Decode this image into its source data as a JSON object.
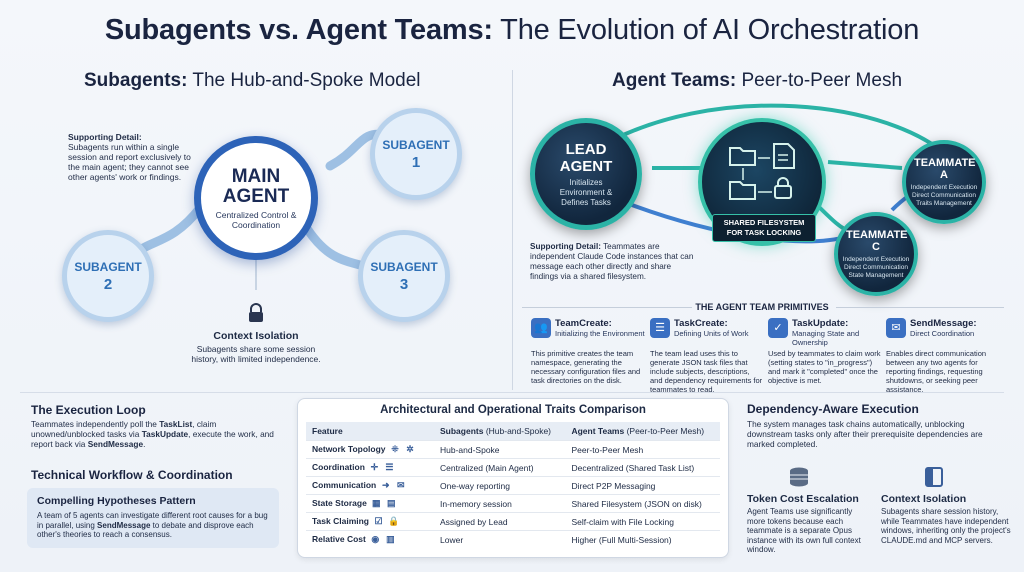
{
  "title": {
    "bold": "Subagents vs. Agent Teams:",
    "rest": " The Evolution of AI Orchestration"
  },
  "left": {
    "heading_bold": "Subagents:",
    "heading_rest": " The Hub-and-Spoke Model",
    "supporting_label": "Supporting Detail:",
    "supporting_text": "Subagents run within a single session and report exclusively to the main agent; they cannot see other agents' work or findings.",
    "main_agent": {
      "title": "MAIN AGENT",
      "sub": "Centralized Control & Coordination"
    },
    "subagents": [
      {
        "label": "SUBAGENT",
        "num": "1"
      },
      {
        "label": "SUBAGENT",
        "num": "2"
      },
      {
        "label": "SUBAGENT",
        "num": "3"
      }
    ],
    "isolation_title": "Context Isolation",
    "isolation_text": "Subagents share some session history, with limited independence."
  },
  "right": {
    "heading_bold": "Agent Teams:",
    "heading_rest": " Peer-to-Peer Mesh",
    "lead": {
      "title": "LEAD AGENT",
      "sub": "Initializes Environment & Defines Tasks"
    },
    "teammate_a": {
      "title": "TEAMMATE A",
      "sub": "Independent Execution Direct Communication Traits Management"
    },
    "teammate_c": {
      "title": "TEAMMATE C",
      "sub": "Independent Execution Direct Communication State Management"
    },
    "filesystem": "SHARED FILESYSTEM FOR TASK LOCKING",
    "supporting_label": "Supporting Detail:",
    "supporting_text": " Teammates are independent Claude Code instances that can message each other directly and share findings via a shared filesystem."
  },
  "primitives": {
    "title": "THE AGENT TEAM PRIMITIVES",
    "items": [
      {
        "icon": "team-create-icon",
        "glyph": "👥",
        "name": "TeamCreate:",
        "sub": "Initializing the Environment",
        "desc": "This primitive creates the team namespace, generating the necessary configuration files and task directories on the disk."
      },
      {
        "icon": "task-list-icon",
        "glyph": "☰",
        "name": "TaskCreate:",
        "sub": "Defining Units of Work",
        "desc": "The team lead uses this to generate JSON task files that include subjects, descriptions, and dependency requirements for teammates to read."
      },
      {
        "icon": "check-circle-icon",
        "glyph": "✓",
        "name": "TaskUpdate:",
        "sub": "Managing State and Ownership",
        "desc": "Used by teammates to claim work (setting states to \"in_progress\") and mark it \"completed\" once the objective is met."
      },
      {
        "icon": "chat-bubble-icon",
        "glyph": "✉",
        "name": "SendMessage:",
        "sub": "Direct Coordination",
        "desc": "Enables direct communication between any two agents for reporting findings, requesting shutdowns, or seeking peer assistance."
      }
    ]
  },
  "execution_loop": {
    "heading": "The Execution Loop",
    "parts": [
      "Teammates independently poll the ",
      "TaskList",
      ", claim unowned/unblocked tasks via ",
      "TaskUpdate",
      ", execute the work, and report back via ",
      "SendMessage",
      "."
    ]
  },
  "workflow": {
    "heading": "Technical Workflow & Coordination",
    "callout_title": "Compelling Hypotheses Pattern",
    "callout_parts": [
      "A team of 5 agents can investigate different root causes for a bug in parallel, using ",
      "SendMessage",
      " to debate and disprove each other's theories to reach a consensus."
    ]
  },
  "table": {
    "title": "Architectural and Operational Traits Comparison",
    "headers": {
      "feature": "Feature",
      "sub_bold": "Subagents",
      "sub_rest": " (Hub-and-Spoke)",
      "team_bold": "Agent Teams",
      "team_rest": " (Peer-to-Peer Mesh)"
    },
    "rows": [
      {
        "feature": "Network Topology",
        "icons": [
          "⁜",
          "✲"
        ],
        "sub": "Hub-and-Spoke",
        "team": "Peer-to-Peer Mesh"
      },
      {
        "feature": "Coordination",
        "icons": [
          "✛",
          "☰"
        ],
        "sub": "Centralized (Main Agent)",
        "team": "Decentralized (Shared Task List)"
      },
      {
        "feature": "Communication",
        "icons": [
          "➜",
          "✉"
        ],
        "sub": "One-way reporting",
        "team": "Direct P2P Messaging"
      },
      {
        "feature": "State Storage",
        "icons": [
          "▦",
          "▤"
        ],
        "sub": "In-memory session",
        "team": "Shared Filesystem (JSON on disk)"
      },
      {
        "feature": "Task Claiming",
        "icons": [
          "☑",
          "🔒"
        ],
        "sub": "Assigned by Lead",
        "team": "Self-claim with File Locking"
      },
      {
        "feature": "Relative Cost",
        "icons": [
          "◉",
          "▥"
        ],
        "sub": "Lower",
        "team": "Higher (Full Multi-Session)"
      }
    ]
  },
  "dependency": {
    "heading": "Dependency-Aware Execution",
    "text": "The system manages task chains automatically, unblocking downstream tasks only after their prerequisite dependencies are marked completed."
  },
  "token_cost": {
    "heading": "Token Cost Escalation",
    "text": "Agent Teams use significantly more tokens because each teammate is a separate Opus instance with its own full context window."
  },
  "context_isolation": {
    "heading": "Context Isolation",
    "text": "Subagents share session history, while Teammates have independent windows, inheriting only the project's CLAUDE.md and MCP servers."
  },
  "colors": {
    "main_blue": "#2d63b8",
    "teal": "#2bb3a6",
    "dark_navy": "#11263d",
    "light_blue": "#b8d2ec"
  }
}
